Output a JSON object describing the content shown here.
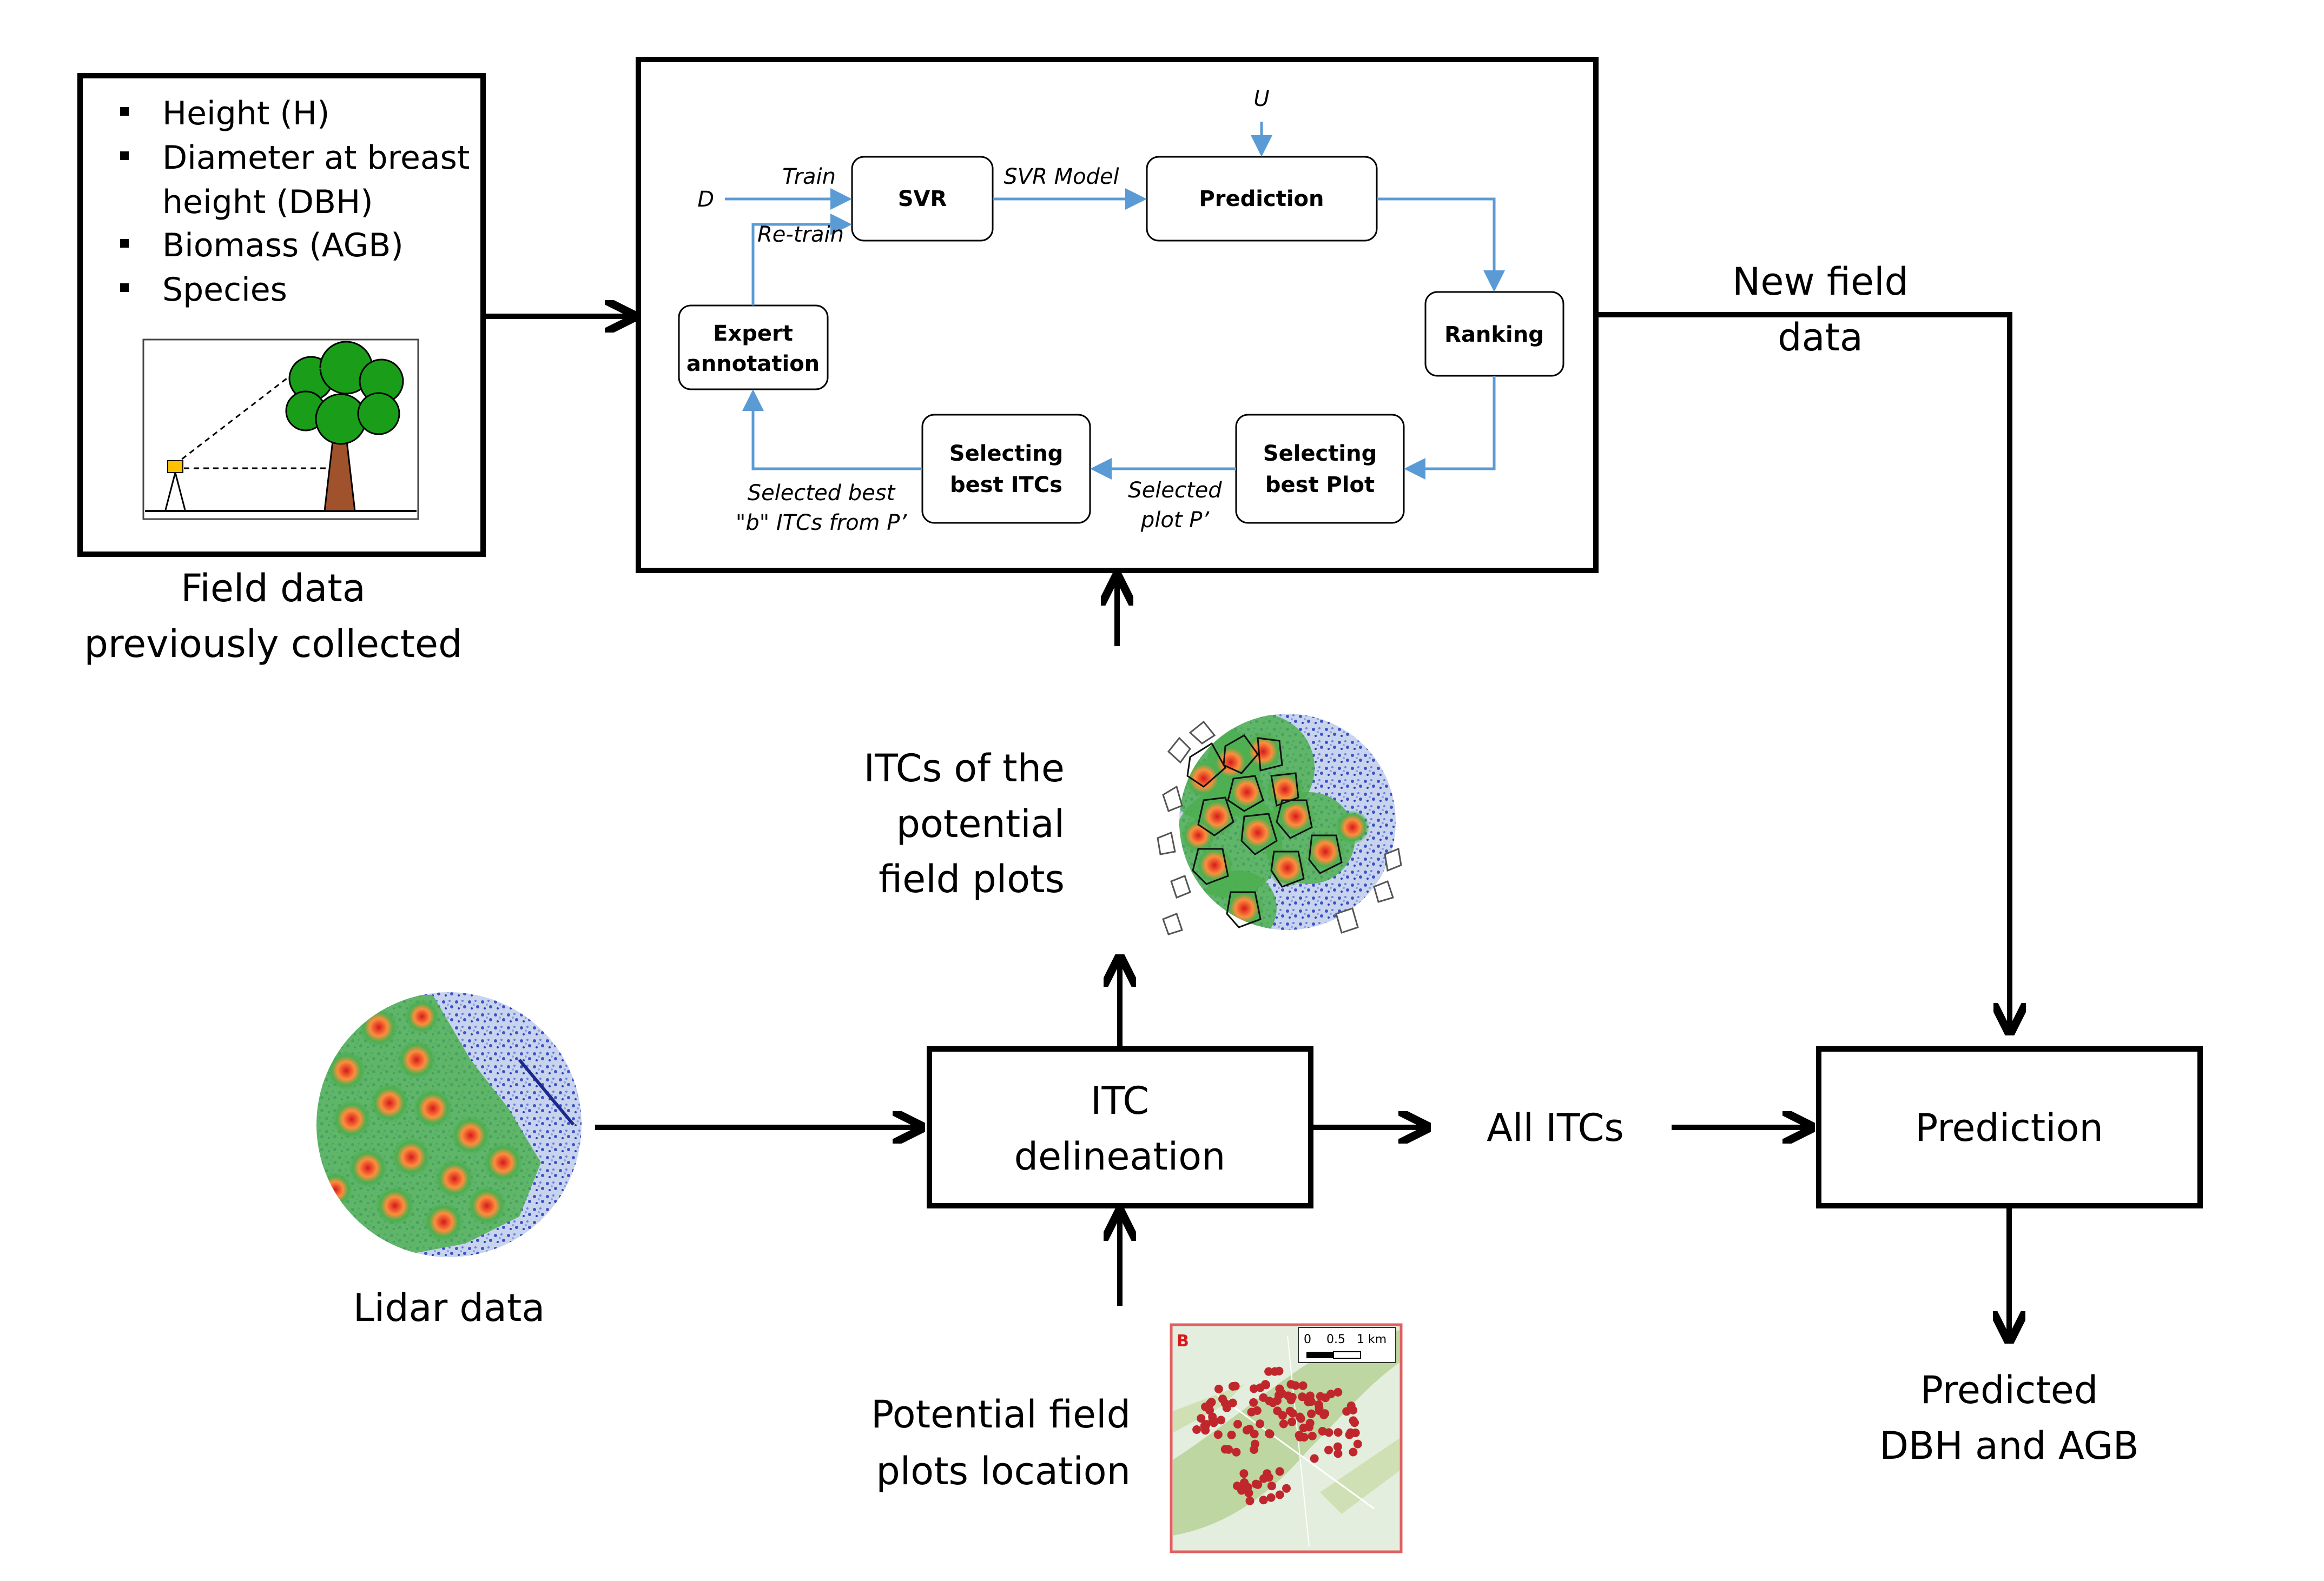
{
  "field_box": {
    "bullets": [
      "Height (H)",
      "Diameter at breast",
      "height (DBH)",
      "Biomass (AGB)",
      "Species"
    ],
    "caption": [
      "Field data",
      "previously collected"
    ]
  },
  "loop": {
    "input_d": "D",
    "input_u": "U",
    "train": "Train",
    "retrain": "Re-train",
    "svr_model": "SVR Model",
    "svr": "SVR",
    "prediction": "Prediction",
    "ranking": "Ranking",
    "selecting_plot": [
      "Selecting",
      "best Plot"
    ],
    "selecting_itcs": [
      "Selecting",
      "best ITCs"
    ],
    "expert": [
      "Expert",
      "annotation"
    ],
    "selected_plot": [
      "Selected",
      "plot P’"
    ],
    "selected_best": [
      "Selected best",
      "\"b\" ITCs from P’"
    ]
  },
  "new_field_data": [
    "New field",
    "data"
  ],
  "itcs_potential": [
    "ITCs of the",
    "potential",
    "field plots"
  ],
  "lidar_label": "Lidar data",
  "itc_delineation": [
    "ITC",
    "delineation"
  ],
  "all_itcs": "All ITCs",
  "prediction_box": "Prediction",
  "predicted": [
    "Predicted",
    "DBH and AGB"
  ],
  "potential_location": [
    "Potential field",
    "plots location"
  ],
  "map": {
    "panel_letter": "B",
    "scale_labels": [
      "0",
      "0.5",
      "1 km"
    ]
  },
  "colors": {
    "flow_arrow": "#5b9bd5",
    "tree_crown": "#1a9e1a",
    "trunk": "#a0522d",
    "plot_dot": "#c0272d",
    "map_border": "#e06060"
  }
}
